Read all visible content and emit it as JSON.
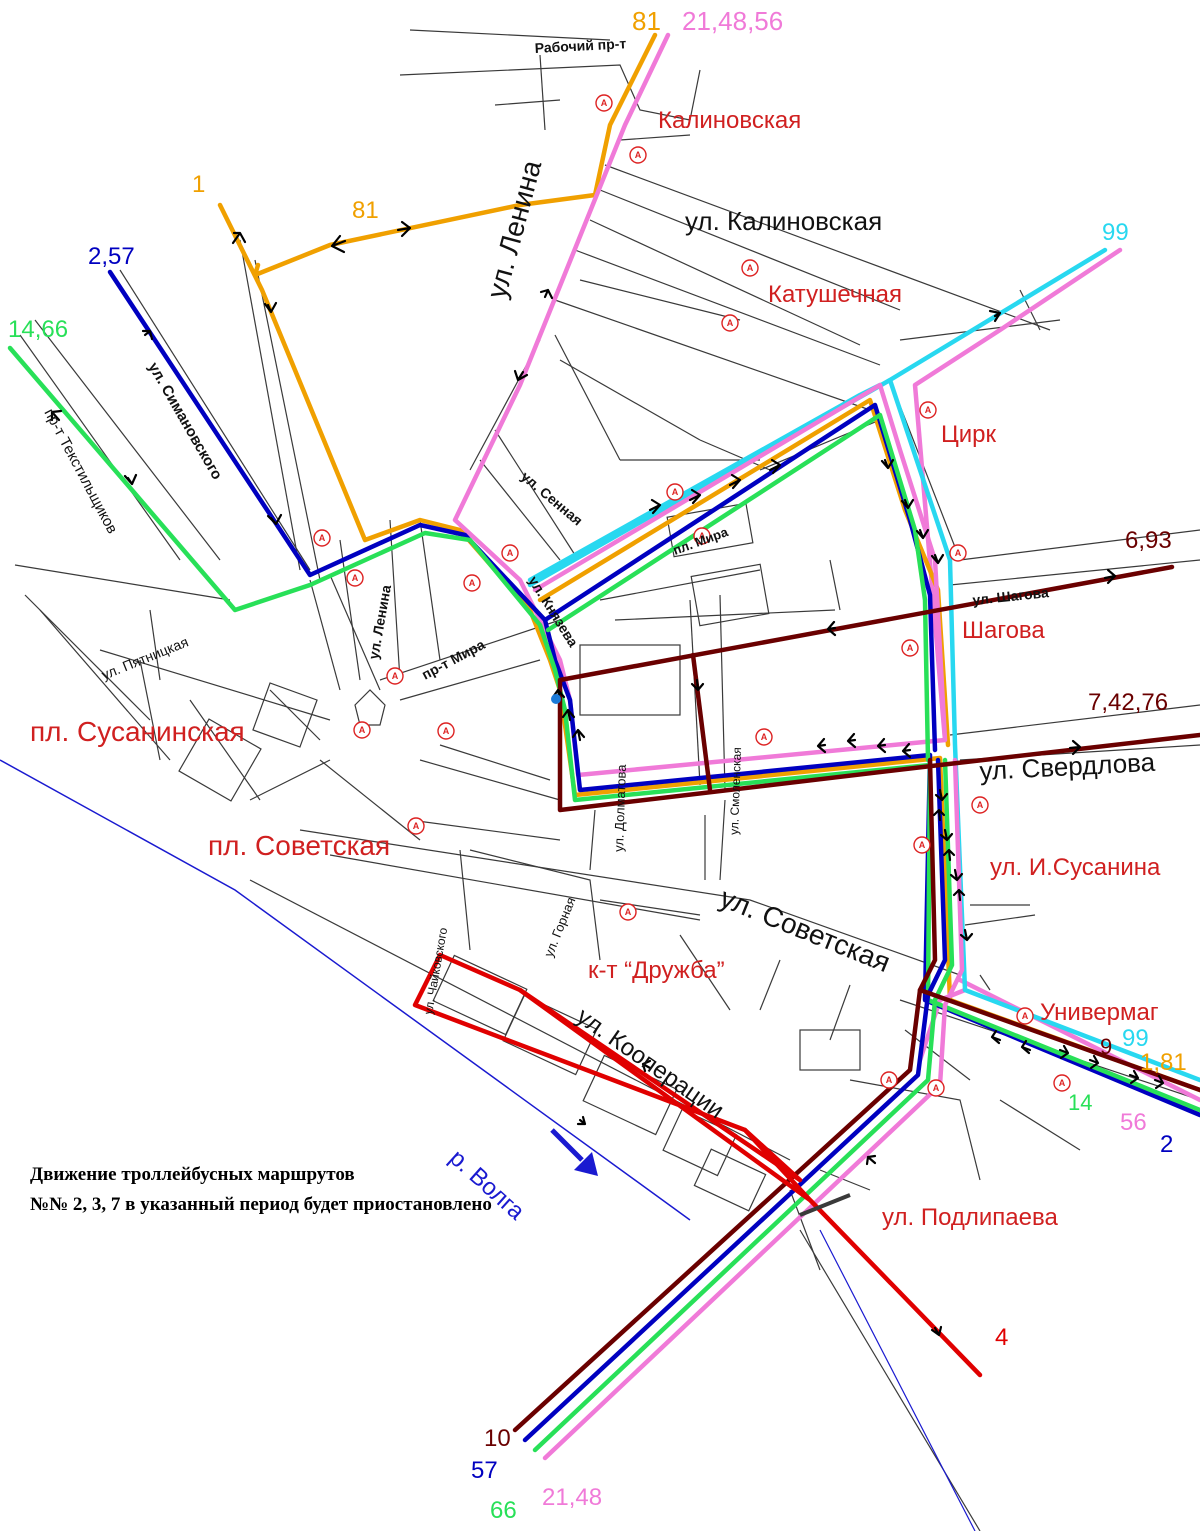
{
  "route_labels": {
    "r81_top": {
      "text": "81",
      "color": "#f0a000"
    },
    "r214856_top": {
      "text": "21,48,56",
      "color": "#f07ad8"
    },
    "r1": {
      "text": "1",
      "color": "#f0a000"
    },
    "r81_mid": {
      "text": "81",
      "color": "#f0a000"
    },
    "r257": {
      "text": "2,57",
      "color": "#0000c0"
    },
    "r1466": {
      "text": "14,66",
      "color": "#28e058"
    },
    "r99_top": {
      "text": "99",
      "color": "#28d8f0"
    },
    "r693": {
      "text": "6,93",
      "color": "#6a0000"
    },
    "r74276": {
      "text": "7,42,76",
      "color": "#6a0000"
    },
    "r99_right": {
      "text": "99",
      "color": "#28d8f0"
    },
    "r9": {
      "text": "9",
      "color": "#6a0000"
    },
    "r181": {
      "text": "1,81",
      "color": "#f0a000"
    },
    "r14_right": {
      "text": "14",
      "color": "#28e058"
    },
    "r56_right": {
      "text": "56",
      "color": "#f07ad8"
    },
    "r2_right": {
      "text": "2",
      "color": "#0000c0"
    },
    "r4": {
      "text": "4",
      "color": "#e00000"
    },
    "r10": {
      "text": "10",
      "color": "#6a0000"
    },
    "r57": {
      "text": "57",
      "color": "#0000c0"
    },
    "r66": {
      "text": "66",
      "color": "#28e058"
    },
    "r2148": {
      "text": "21,48",
      "color": "#f07ad8"
    }
  },
  "streets": {
    "rabochiy": "Рабочий пр-т",
    "lenina_big": "ул. Ленина",
    "kalinovskaya_st": "ул. Калиновская",
    "simanovskogo": "ул. Симановского",
    "tekstilshchikov": "пр-т Текстильщиков",
    "sennaya": "ул. Сенная",
    "pl_mira": "пл. Мира",
    "knyazeva": "ул. Князева",
    "shagova_st": "ул. Шагова",
    "pyatnitskaya": "ул. Пятницкая",
    "lenina_small": "ул. Ленина",
    "pr_mira": "пр-т Мира",
    "dolmatova": "ул. Долматова",
    "smolenskaya": "ул. Смоленская",
    "sverdlova": "ул. Свердлова",
    "sovetskaya": "ул. Советская",
    "chaykovskogo": "ул. Чайковского",
    "gornaya": "ул. Горная",
    "kooperatsii": "ул. Кооперации"
  },
  "places": {
    "kalinovskaya": "Калиновская",
    "katushechnaya": "Катушечная",
    "tsirk": "Цирк",
    "shagova": "Шагова",
    "susaninskaya": "пл. Сусанинская",
    "sovetskaya_pl": "пл. Советская",
    "i_susanina": "ул. И.Сусанина",
    "druzhba": "к-т “Дружба”",
    "univermag": "Универмаг",
    "podlipaeva": "ул. Подлипаева"
  },
  "river": "р. Волга",
  "stop_symbol": "А",
  "notice": {
    "line1": "Движение троллейбусных маршрутов",
    "line2": "№№ 2, 3, 7 в указанный период будет приостановлено"
  },
  "colors": {
    "orange": "#f0a000",
    "pink": "#f07ad8",
    "blue": "#0000c0",
    "green": "#28e058",
    "cyan": "#28d8f0",
    "maroon": "#6a0000",
    "red": "#e00000",
    "river": "#1a1ad0"
  }
}
